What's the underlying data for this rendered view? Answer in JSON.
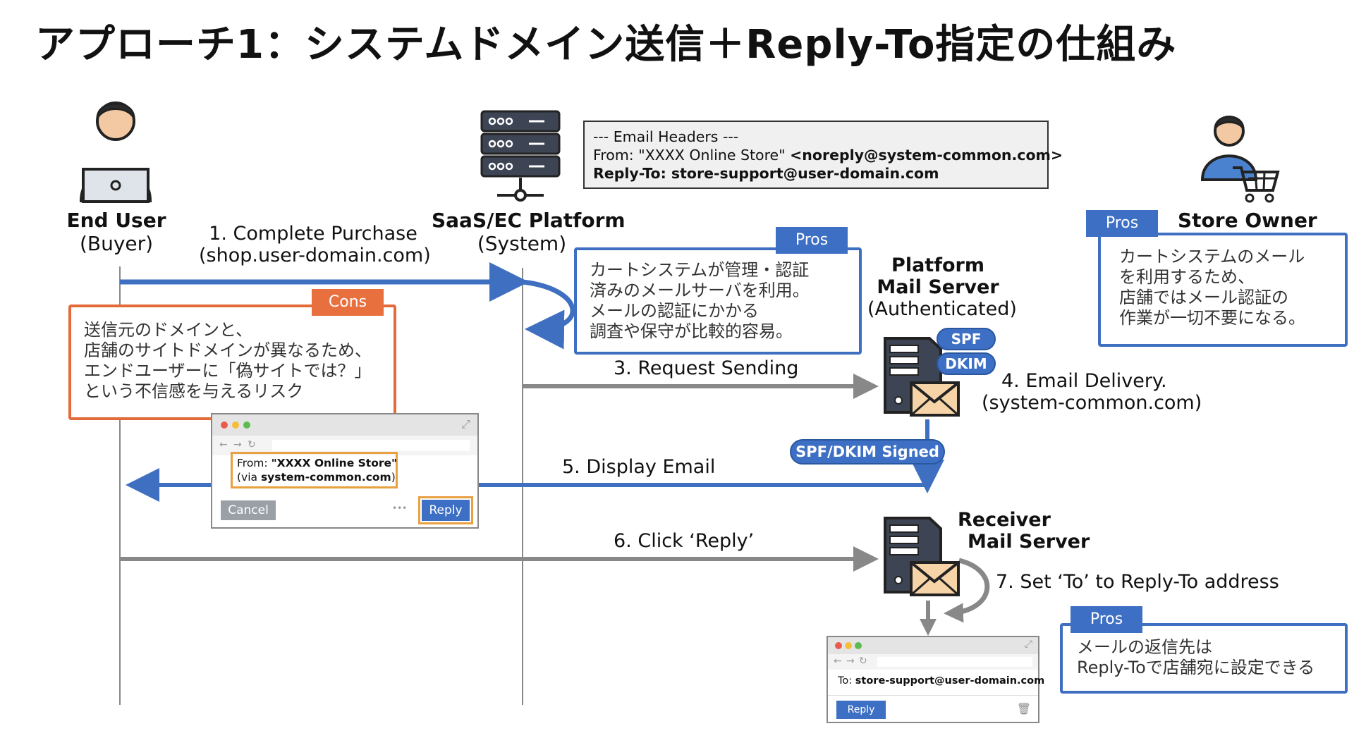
{
  "title": "アプローチ1：システムドメイン送信＋Reply-To指定の仕組み",
  "actors": {
    "end_user": {
      "name": "End User",
      "sub": "(Buyer)",
      "icon": "laptop-user-icon"
    },
    "platform": {
      "name": "SaaS/EC Platform",
      "sub": "(System)",
      "icon": "server-rack-icon"
    },
    "store_owner": {
      "name": "Store Owner",
      "icon": "shopping-cart-user-icon"
    },
    "platform_mail": {
      "line1": "Platform",
      "line2": "Mail Server",
      "line3": "(Authenticated)",
      "icon": "mail-server-icon"
    },
    "receiver_mail": {
      "line1": "Receiver",
      "line2": "Mail Server",
      "icon": "mail-server-icon"
    }
  },
  "email_headers": {
    "line1": "--- Email Headers ---",
    "from_prefix": "From: \"XXXX Online Store\" ",
    "from_addr": "<noreply@system-common.com>",
    "replyto_label": "Reply-To",
    "replyto_value": ": store-support@user-domain.com"
  },
  "steps": {
    "s1_line1": "1. Complete Purchase",
    "s1_line2": "(shop.user-domain.com)",
    "s3": "3. Request Sending",
    "s4_line1": "4. Email Delivery.",
    "s4_line2": "(system-common.com)",
    "s5": "5. Display Email",
    "s6": "6. Click ‘Reply’",
    "s7": "7. Set ‘To’ to Reply-To address"
  },
  "badges": {
    "spf": "SPF",
    "dkim": "DKIM",
    "signed": "SPF/DKIM Signed"
  },
  "pros_platform": {
    "tag": "Pros",
    "lines": [
      "カートシステムが管理・認証",
      "済みのメールサーバを利用。",
      "メールの認証にかかる",
      "調査や保守が比較的容易。"
    ]
  },
  "pros_store": {
    "tag": "Pros",
    "lines": [
      "カートシステムのメール",
      "を利用するため、",
      "店舗ではメール認証の",
      "作業が一切不要になる。"
    ]
  },
  "pros_reply": {
    "tag": "Pros",
    "lines": [
      "メールの返信先は",
      "Reply-Toで店舗宛に設定できる"
    ]
  },
  "cons": {
    "tag": "Cons",
    "lines": [
      "送信元のドメインと、",
      "店舗のサイトドメインが異なるため、",
      "エンドユーザーに「偽サイトでは？」",
      "という不信感を与えるリスク"
    ]
  },
  "mail_client_1": {
    "from_prefix": "From: ",
    "from_name": "\"XXXX Online Store\"",
    "via_prefix": "(via ",
    "via_domain": "system-common.com",
    "via_suffix": ")",
    "cancel": "Cancel",
    "reply": "Reply",
    "more": "•••"
  },
  "mail_client_2": {
    "to_prefix": "To: ",
    "to_addr": "store-support@user-domain.com",
    "reply": "Reply"
  },
  "colors": {
    "blue": "#3f6fc0",
    "orange": "#e46a3a",
    "gray": "#888888",
    "icon_dark": "#3d4454"
  }
}
